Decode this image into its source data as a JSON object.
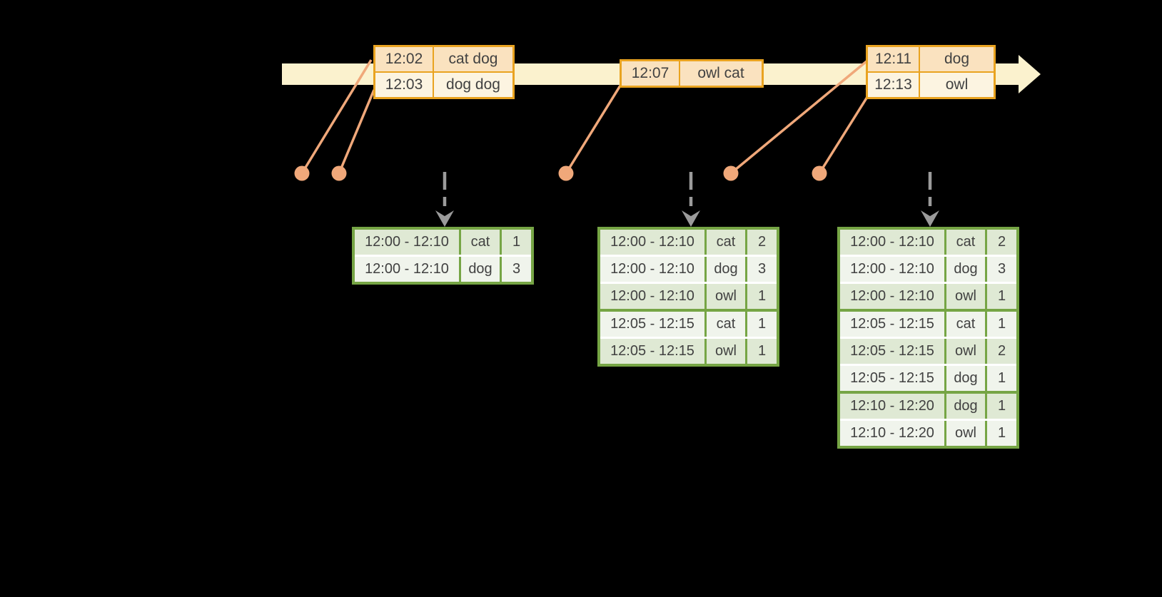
{
  "colors": {
    "background": "#000000",
    "timeline_band": "#FBF2CE",
    "event_border": "#E9A320",
    "event_row_dark": "#FAE2BF",
    "event_row_light": "#FCF4E1",
    "connector": "#F0A87A",
    "result_border": "#76A545",
    "result_row_dark": "#DFE9D4",
    "result_row_light": "#F0F4EC",
    "dashed_arrow": "#9B9B9B",
    "text": "#414141"
  },
  "event_tables": [
    {
      "rows": [
        {
          "time": "12:02",
          "words": "cat dog"
        },
        {
          "time": "12:03",
          "words": "dog dog"
        }
      ]
    },
    {
      "rows": [
        {
          "time": "12:07",
          "words": "owl cat"
        }
      ]
    },
    {
      "rows": [
        {
          "time": "12:11",
          "words": "dog"
        },
        {
          "time": "12:13",
          "words": "owl"
        }
      ]
    }
  ],
  "result_tables": [
    {
      "groups": [
        {
          "rows": [
            {
              "window": "12:00 - 12:10",
              "word": "cat",
              "count": "1"
            },
            {
              "window": "12:00 - 12:10",
              "word": "dog",
              "count": "3"
            }
          ]
        }
      ]
    },
    {
      "groups": [
        {
          "rows": [
            {
              "window": "12:00 - 12:10",
              "word": "cat",
              "count": "2"
            },
            {
              "window": "12:00 - 12:10",
              "word": "dog",
              "count": "3"
            },
            {
              "window": "12:00 - 12:10",
              "word": "owl",
              "count": "1"
            }
          ]
        },
        {
          "rows": [
            {
              "window": "12:05 - 12:15",
              "word": "cat",
              "count": "1"
            },
            {
              "window": "12:05 - 12:15",
              "word": "owl",
              "count": "1"
            }
          ]
        }
      ]
    },
    {
      "groups": [
        {
          "rows": [
            {
              "window": "12:00 - 12:10",
              "word": "cat",
              "count": "2"
            },
            {
              "window": "12:00 - 12:10",
              "word": "dog",
              "count": "3"
            },
            {
              "window": "12:00 - 12:10",
              "word": "owl",
              "count": "1"
            }
          ]
        },
        {
          "rows": [
            {
              "window": "12:05 - 12:15",
              "word": "cat",
              "count": "1"
            },
            {
              "window": "12:05 - 12:15",
              "word": "owl",
              "count": "2"
            },
            {
              "window": "12:05 - 12:15",
              "word": "dog",
              "count": "1"
            }
          ]
        },
        {
          "rows": [
            {
              "window": "12:10 - 12:20",
              "word": "dog",
              "count": "1"
            },
            {
              "window": "12:10 - 12:20",
              "word": "owl",
              "count": "1"
            }
          ]
        }
      ]
    }
  ]
}
